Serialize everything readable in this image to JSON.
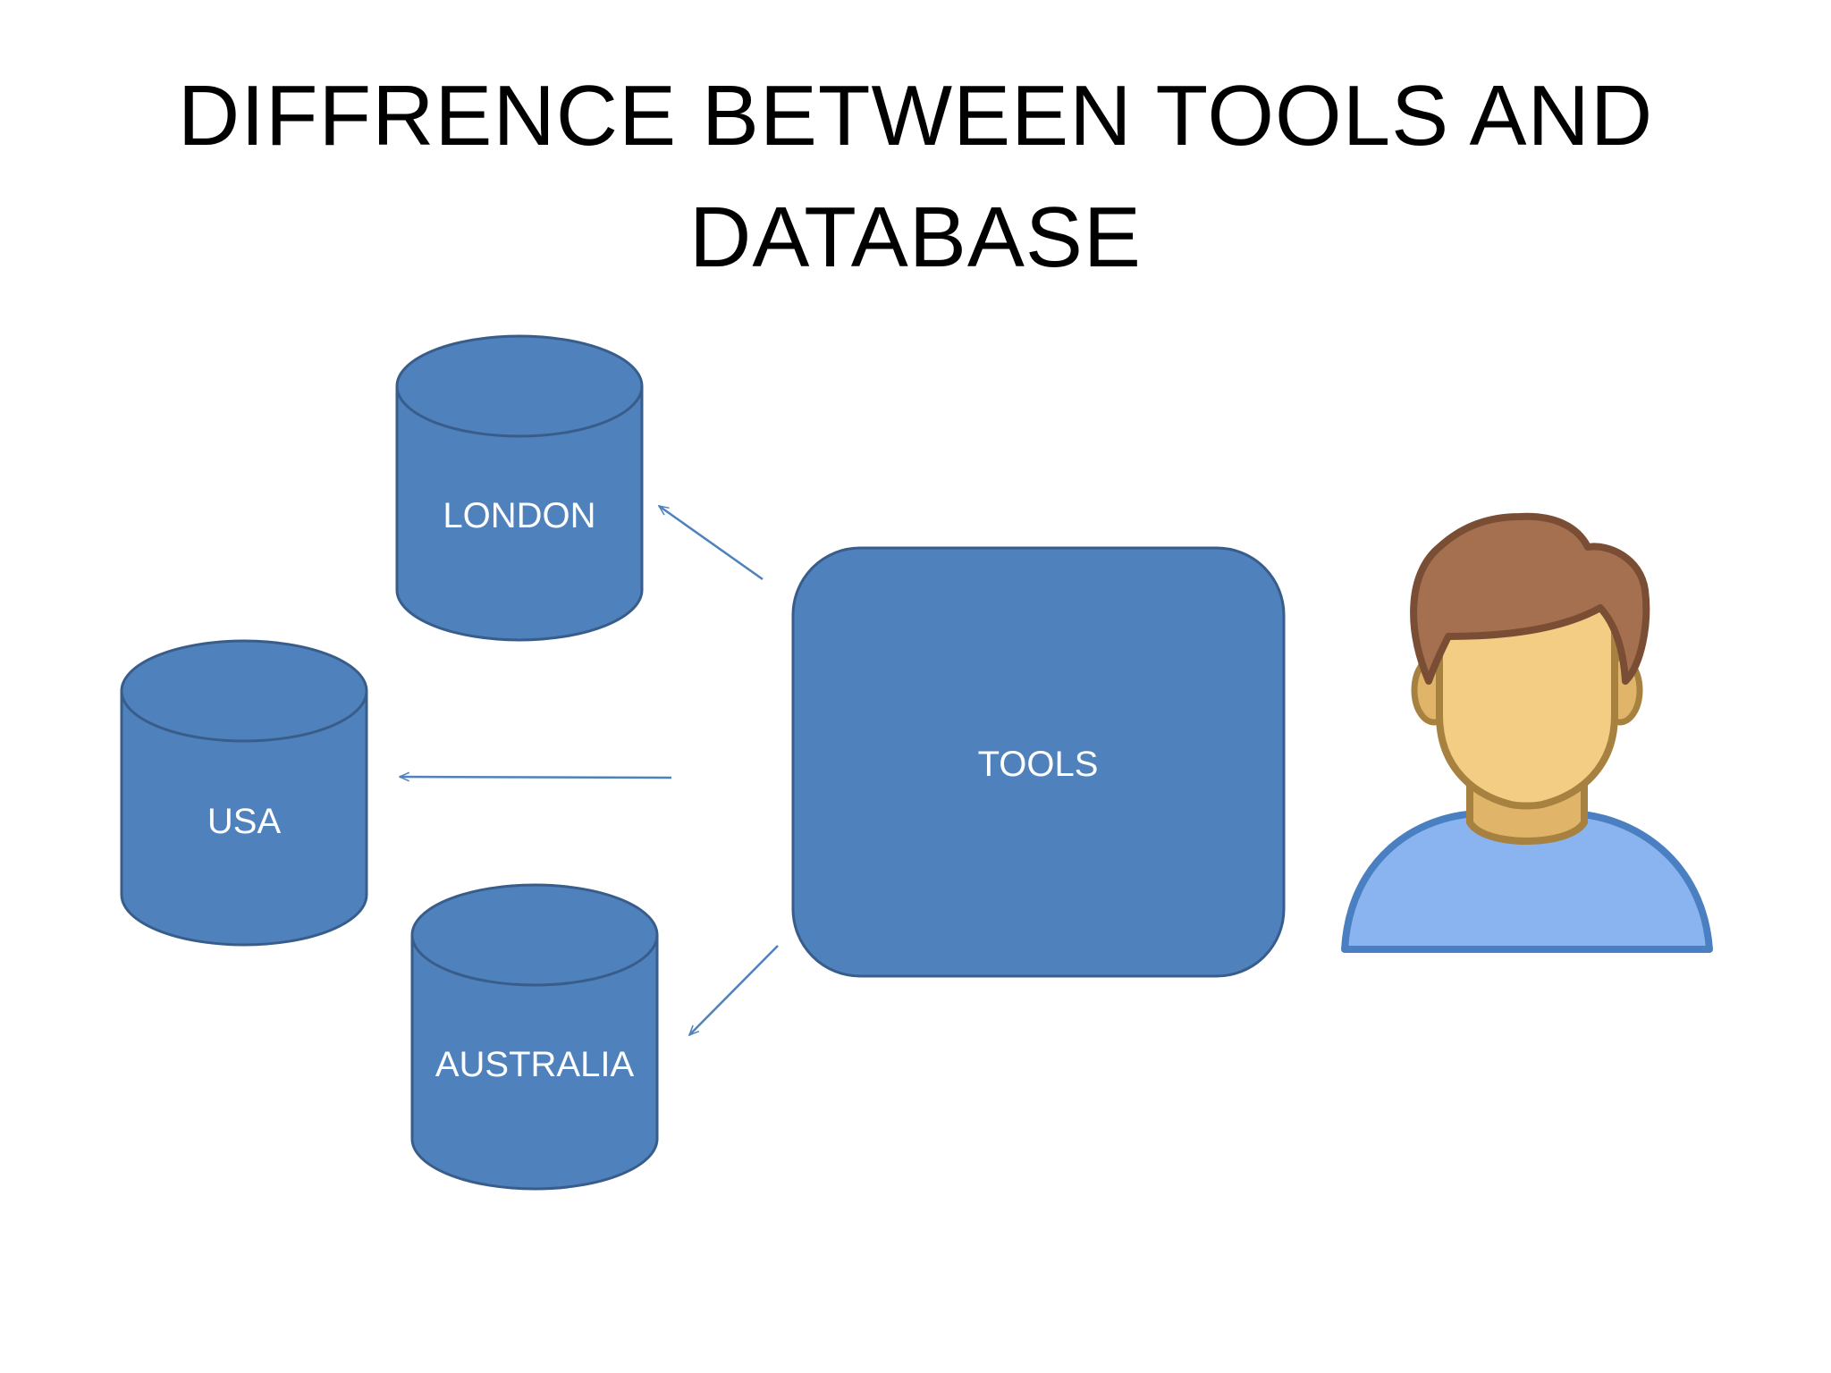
{
  "title": {
    "line1": "DIFFRENCE BETWEEN TOOLS AND",
    "line2": "DATABASE"
  },
  "nodes": {
    "tools": {
      "label": "TOOLS"
    },
    "databases": [
      {
        "label": "LONDON"
      },
      {
        "label": "USA"
      },
      {
        "label": "AUSTRALIA"
      }
    ],
    "user": {
      "icon": "user-avatar-icon"
    }
  },
  "edges": [
    {
      "from": "TOOLS",
      "to": "LONDON"
    },
    {
      "from": "TOOLS",
      "to": "USA"
    },
    {
      "from": "TOOLS",
      "to": "AUSTRALIA"
    }
  ],
  "colors": {
    "shape_fill": "#4F81BD",
    "shape_stroke": "#385D8A",
    "arrow": "#4F81BD",
    "hair": "#A5704F",
    "hair_stroke": "#7A4E34",
    "face": "#F2CD83",
    "face_stroke": "#A7813F",
    "neck": "#E0B56A",
    "shirt": "#8AB4F0",
    "shirt_stroke": "#4A7FC1"
  }
}
